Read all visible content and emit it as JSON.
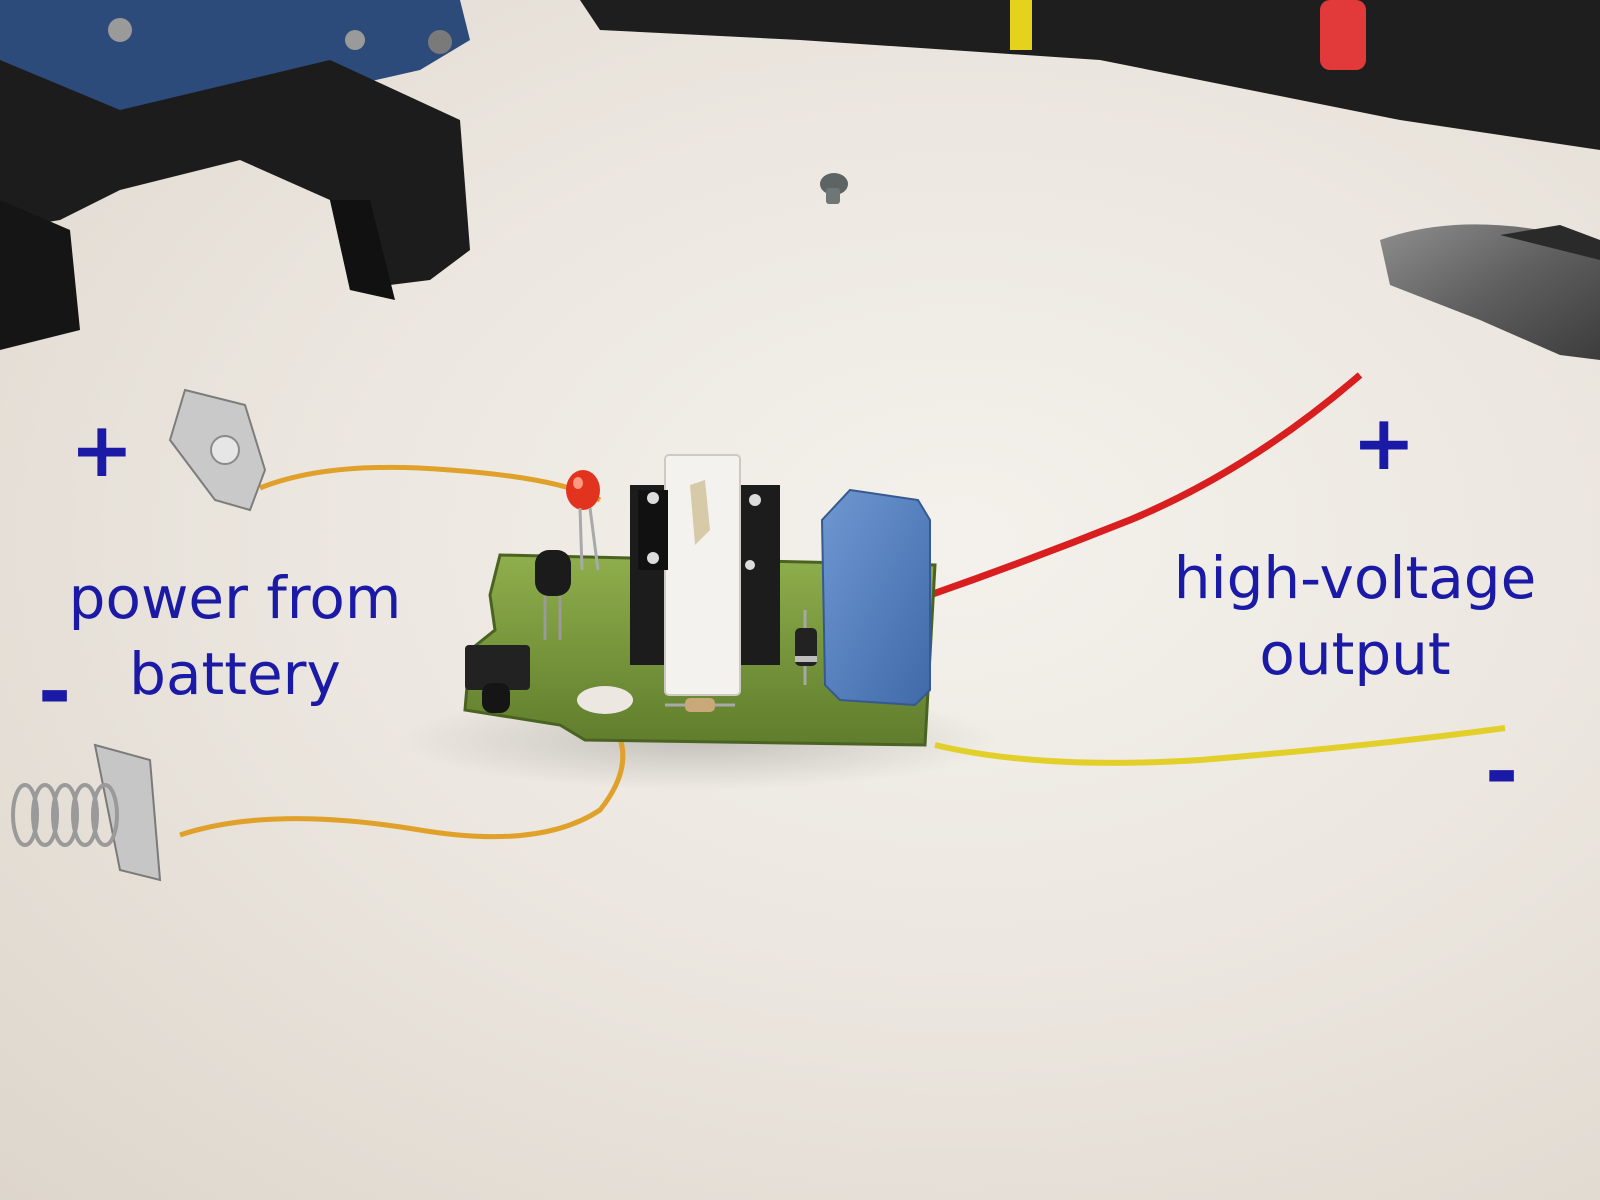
{
  "annotations": {
    "battery": {
      "plus": "+",
      "minus": "-",
      "caption_line1": "power from",
      "caption_line2": "battery"
    },
    "output": {
      "plus": "+",
      "minus": "-",
      "caption_line1": "high-voltage",
      "caption_line2": "output"
    }
  },
  "colors": {
    "annotation_text": "#1a1aa6",
    "pcb": "#7a9a3e",
    "wire_red": "#d81e1e",
    "wire_yellow": "#e3cf2a",
    "wire_orange": "#e0a12a",
    "capacitor_blue": "#5a86c4",
    "tool_blue": "#2c4a7a"
  },
  "icons": {
    "battery_plus_contact": "battery-contact-plate-icon",
    "battery_minus_contact": "battery-spring-contact-icon",
    "led": "red-led-icon",
    "transformer": "transformer-icon",
    "capacitor": "capacitor-icon",
    "push_button": "push-button-icon",
    "diode": "diode-icon",
    "transistor": "transistor-icon"
  }
}
